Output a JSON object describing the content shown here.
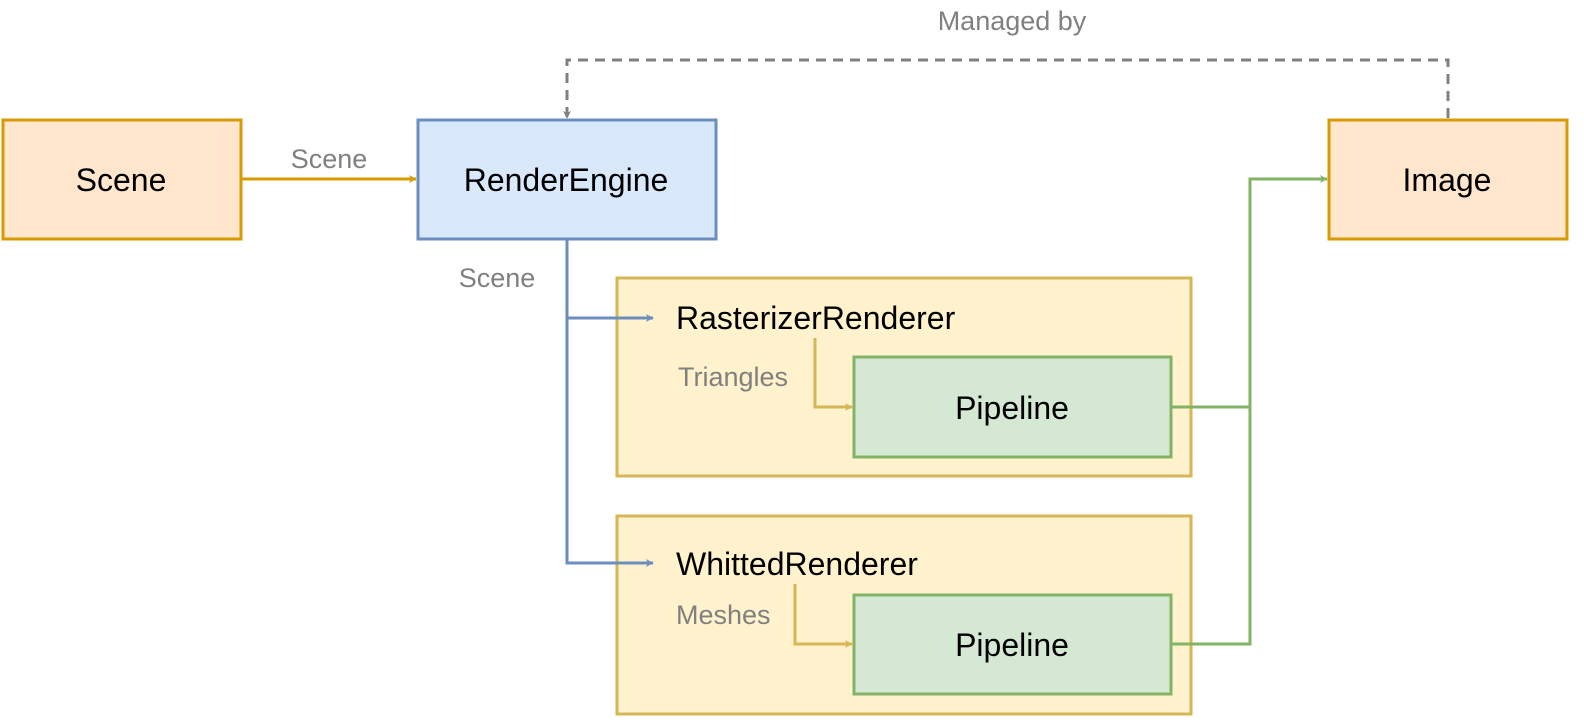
{
  "nodes": {
    "scene": "Scene",
    "render_engine": "RenderEngine",
    "image": "Image",
    "rasterizer_renderer": "RasterizerRenderer",
    "rasterizer_pipeline": "Pipeline",
    "whitted_renderer": "WhittedRenderer",
    "whitted_pipeline": "Pipeline"
  },
  "edge_labels": {
    "managed_by": "Managed by",
    "scene_to_engine": "Scene",
    "engine_to_renderers": "Scene",
    "triangles": "Triangles",
    "meshes": "Meshes"
  },
  "colors": {
    "orange_fill": "#ffe6cc",
    "orange_stroke": "#d79b00",
    "blue_fill": "#dae8fc",
    "blue_stroke": "#6c8ebf",
    "yellow_fill": "#fff2cc",
    "yellow_stroke": "#d6b656",
    "green_fill": "#d5e8d4",
    "green_stroke": "#82b366",
    "gray": "#808080"
  }
}
